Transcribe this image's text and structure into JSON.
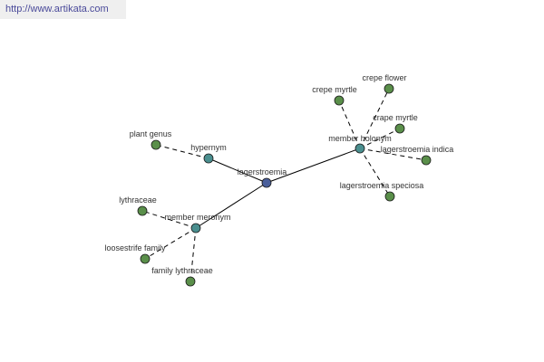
{
  "watermark": {
    "url": "http://www.artikata.com"
  },
  "colors": {
    "center": "#4a5f9b",
    "relation": "#4a8f8f",
    "leaf": "#5a8f4a",
    "edge": "#000000"
  },
  "graph": {
    "nodes": [
      {
        "id": "center",
        "label": "lagerstroemia",
        "kind": "center"
      },
      {
        "id": "hypernym",
        "label": "hypernym",
        "kind": "relation"
      },
      {
        "id": "holonym",
        "label": "member holonym",
        "kind": "relation"
      },
      {
        "id": "meronym",
        "label": "member meronym",
        "kind": "relation"
      },
      {
        "id": "plant-genus",
        "label": "plant genus",
        "kind": "leaf"
      },
      {
        "id": "crepe-myrtle-1",
        "label": "crepe myrtle",
        "kind": "leaf"
      },
      {
        "id": "crepe-flower",
        "label": "crepe flower",
        "kind": "leaf"
      },
      {
        "id": "crape-myrtle",
        "label": "crape myrtle",
        "kind": "leaf"
      },
      {
        "id": "lagerstroemia-indica",
        "label": "lagerstroemia indica",
        "kind": "leaf"
      },
      {
        "id": "lagerstroemia-speciosa",
        "label": "lagerstroemia speciosa",
        "kind": "leaf"
      },
      {
        "id": "lythraceae",
        "label": "lythraceae",
        "kind": "leaf"
      },
      {
        "id": "loosestrife-family",
        "label": "loosestrife family",
        "kind": "leaf"
      },
      {
        "id": "family-lythraceae",
        "label": "family lythraceae",
        "kind": "leaf"
      }
    ],
    "edges": [
      {
        "from": "center",
        "to": "hypernym",
        "style": "solid"
      },
      {
        "from": "center",
        "to": "holonym",
        "style": "solid"
      },
      {
        "from": "center",
        "to": "meronym",
        "style": "solid"
      },
      {
        "from": "hypernym",
        "to": "plant-genus",
        "style": "dashed"
      },
      {
        "from": "holonym",
        "to": "crepe-myrtle-1",
        "style": "dashed"
      },
      {
        "from": "holonym",
        "to": "crepe-flower",
        "style": "dashed"
      },
      {
        "from": "holonym",
        "to": "crape-myrtle",
        "style": "dashed"
      },
      {
        "from": "holonym",
        "to": "lagerstroemia-indica",
        "style": "dashed"
      },
      {
        "from": "holonym",
        "to": "lagerstroemia-speciosa",
        "style": "dashed"
      },
      {
        "from": "meronym",
        "to": "lythraceae",
        "style": "dashed"
      },
      {
        "from": "meronym",
        "to": "loosestrife-family",
        "style": "dashed"
      },
      {
        "from": "meronym",
        "to": "family-lythraceae",
        "style": "dashed"
      }
    ]
  }
}
